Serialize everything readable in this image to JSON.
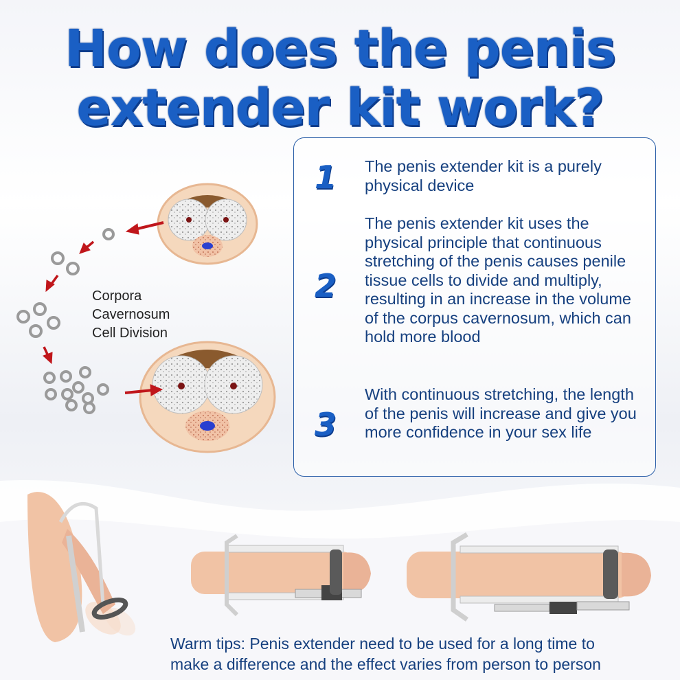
{
  "title": {
    "line1": "How does the penis",
    "line2": "extender kit work?"
  },
  "steps": [
    {
      "number": "1",
      "text": "The penis extender kit is a purely physical device"
    },
    {
      "number": "2",
      "text": "The penis extender kit uses the physical principle that continuous stretching of the penis causes penile tissue cells to divide and multiply, resulting in an increase in the volume of the corpus cavernosum, which can hold more blood"
    },
    {
      "number": "3",
      "text": "With continuous stretching, the length of the penis will increase and give you more confidence in your sex life"
    }
  ],
  "cell_division_label": {
    "line1": "Corpora",
    "line2": "Cavernosum",
    "line3": "Cell Division"
  },
  "warm_tips": {
    "line1": "Warm tips: Penis extender need to be used for a long time to",
    "line2": "make a difference and the effect varies from person to person"
  },
  "colors": {
    "title_blue": "#1a5fc4",
    "text_blue": "#16407f",
    "arrow_red": "#c0161b",
    "skin": "#f3c9ae"
  }
}
